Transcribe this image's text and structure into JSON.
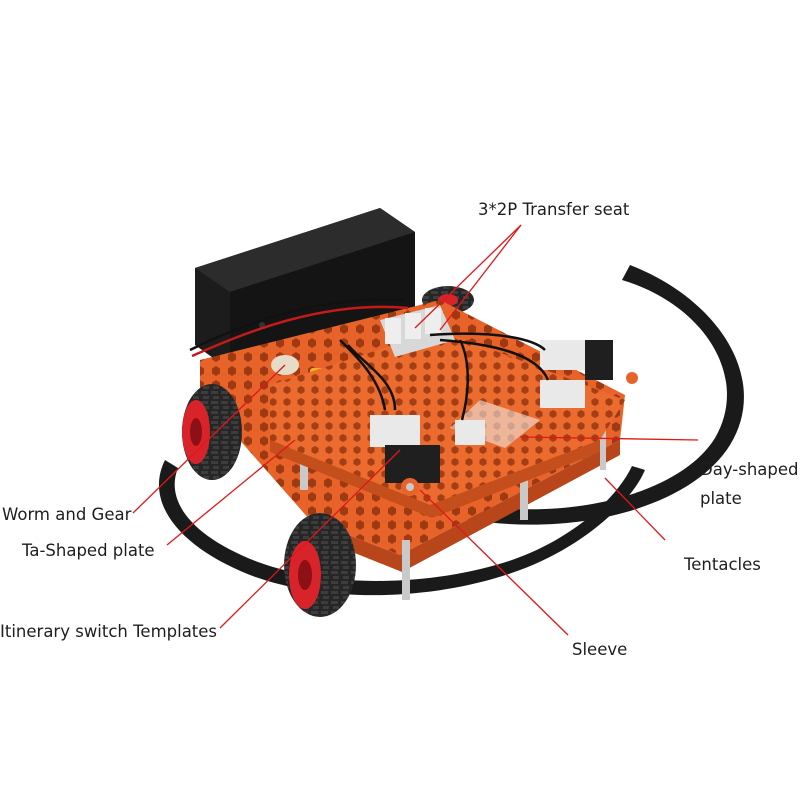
{
  "colors": {
    "leader_line": "#e01818",
    "frame_orange": "#e8632a",
    "frame_dark_orange": "#b8461a",
    "antenna_black": "#1a1a1a",
    "tire_black": "#222222",
    "hub_red": "#d9232a",
    "battery_black": "#1c1c1c",
    "switch_white": "#e9e9e9",
    "label_text": "#1e1e1e"
  },
  "labels": {
    "transfer_seat": "3*2P Transfer seat",
    "day_shaped_plate_line1": "Day-shaped",
    "day_shaped_plate_line2": "plate",
    "tentacles": "Tentacles",
    "sleeve": "Sleeve",
    "worm_and_gear": "Worm and Gear",
    "ta_shaped_plate": "Ta-Shaped plate",
    "itinerary_switch_templates": "Itinerary switch Templates"
  }
}
